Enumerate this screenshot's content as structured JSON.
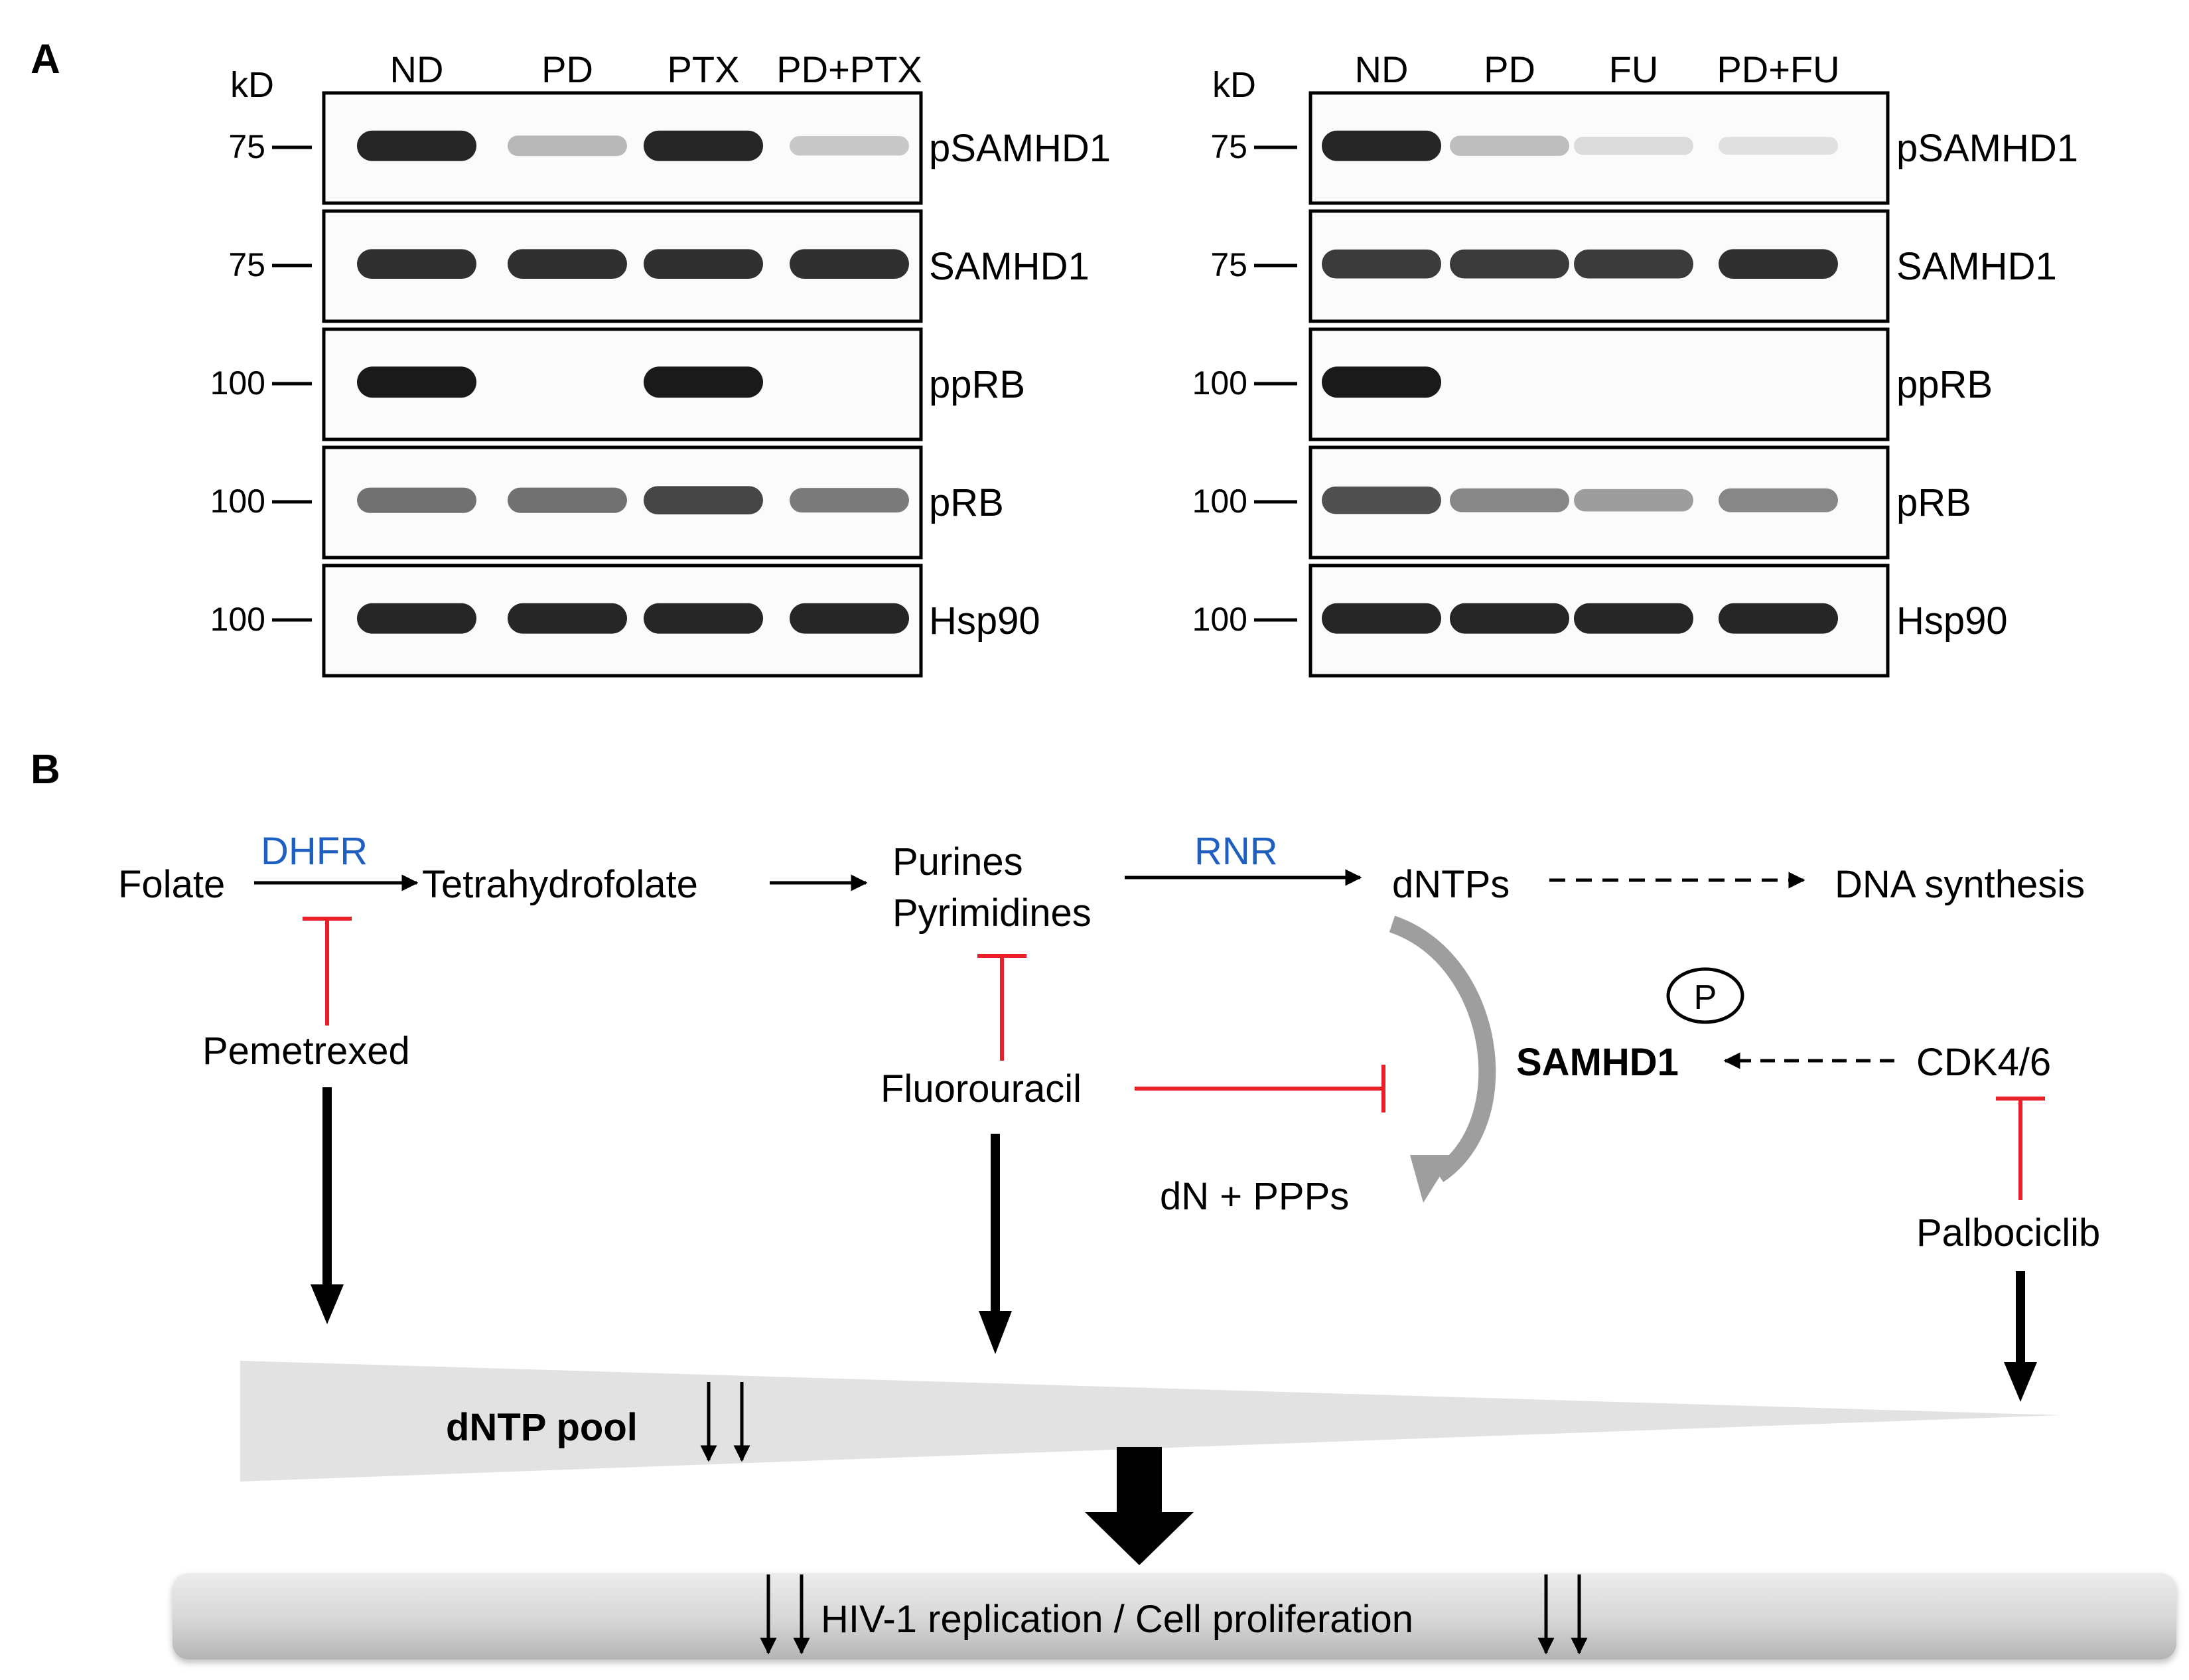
{
  "panel_a": {
    "letter": "A",
    "unit_label": "kD",
    "left_blot": {
      "lanes": [
        "ND",
        "PD",
        "PTX",
        "PD+PTX"
      ],
      "rows": [
        {
          "protein": "pSAMHD1",
          "marker": "75",
          "intensities": [
            0.9,
            0.22,
            0.9,
            0.15
          ]
        },
        {
          "protein": "SAMHD1",
          "marker": "75",
          "intensities": [
            0.85,
            0.85,
            0.85,
            0.85
          ]
        },
        {
          "protein": "ppRB",
          "marker": "100",
          "intensities": [
            0.95,
            0.0,
            0.95,
            0.0
          ]
        },
        {
          "protein": "pRB",
          "marker": "100",
          "intensities": [
            0.55,
            0.55,
            0.75,
            0.5
          ]
        },
        {
          "protein": "Hsp90",
          "marker": "100",
          "intensities": [
            0.9,
            0.9,
            0.9,
            0.9
          ]
        }
      ]
    },
    "right_blot": {
      "lanes": [
        "ND",
        "PD",
        "FU",
        "PD+FU"
      ],
      "rows": [
        {
          "protein": "pSAMHD1",
          "marker": "75",
          "intensities": [
            0.9,
            0.2,
            0.06,
            0.04
          ]
        },
        {
          "protein": "SAMHD1",
          "marker": "75",
          "intensities": [
            0.8,
            0.8,
            0.8,
            0.85
          ]
        },
        {
          "protein": "ppRB",
          "marker": "100",
          "intensities": [
            0.95,
            0.0,
            0.0,
            0.0
          ]
        },
        {
          "protein": "pRB",
          "marker": "100",
          "intensities": [
            0.7,
            0.45,
            0.35,
            0.45
          ]
        },
        {
          "protein": "Hsp90",
          "marker": "100",
          "intensities": [
            0.9,
            0.9,
            0.9,
            0.9
          ]
        }
      ]
    }
  },
  "panel_b": {
    "letter": "B",
    "pathway": {
      "folate": "Folate",
      "dhfr": "DHFR",
      "tetrahydrofolate": "Tetrahydrofolate",
      "purines": "Purines",
      "pyrimidines": "Pyrimidines",
      "rnr": "RNR",
      "dntps": "dNTPs",
      "dna_synthesis": "DNA synthesis",
      "pemetrexed": "Pemetrexed",
      "fluorouracil": "Fluorouracil",
      "p_symbol": "P",
      "samhd1": "SAMHD1",
      "cdk46": "CDK4/6",
      "palbociclib": "Palbociclib",
      "dn_ppps": "dN + PPPs",
      "dntp_pool": "dNTP pool",
      "outcome": "HIV-1 replication / Cell proliferation"
    },
    "colors": {
      "enzyme_blue": "#1f5fbf",
      "inhibition_red": "#e8202a",
      "wedge_gray": "#e2e2e2",
      "cycle_arrow_gray": "#9e9e9e"
    }
  }
}
